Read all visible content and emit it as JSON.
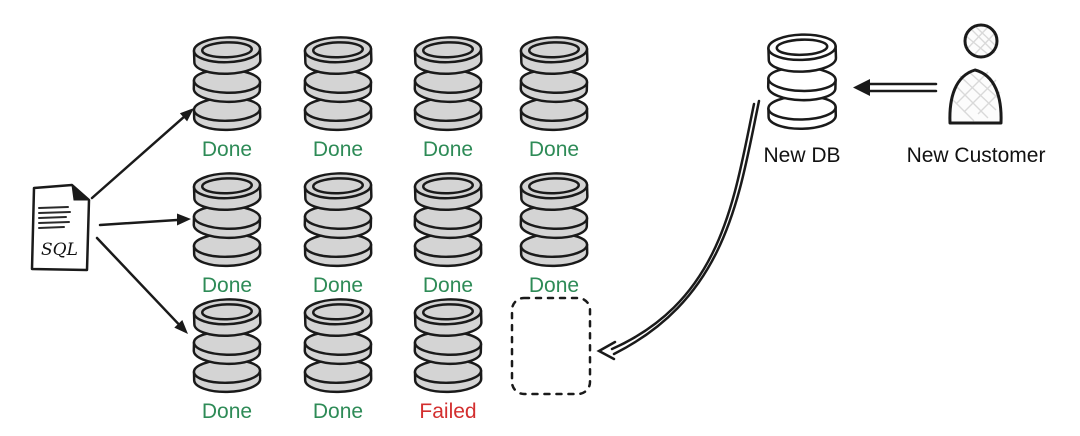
{
  "sql_doc": {
    "label": "SQL"
  },
  "grid": {
    "rows": [
      {
        "statuses": [
          "Done",
          "Done",
          "Done",
          "Done"
        ]
      },
      {
        "statuses": [
          "Done",
          "Done",
          "Done",
          "Done"
        ]
      },
      {
        "statuses": [
          "Done",
          "Done",
          "Failed"
        ],
        "empty_slot": true
      }
    ]
  },
  "new_db": {
    "label": "New DB"
  },
  "new_customer": {
    "label": "New Customer"
  },
  "colors": {
    "done": "#2e8b57",
    "failed": "#d32f2f",
    "ink": "#1a1a1a",
    "db_fill": "#d4d4d4",
    "new_db_fill": "#ffffff",
    "paper": "#ffffff"
  }
}
